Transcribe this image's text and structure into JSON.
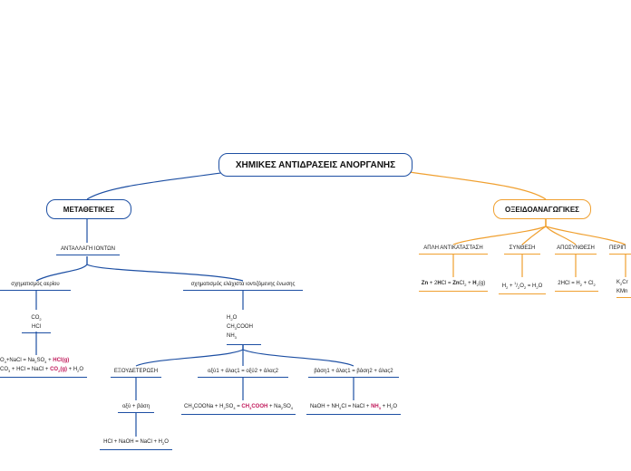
{
  "root": "ΧΗΜΙΚΕΣ ΑΝΤΙΔΡΑΣΕΙΣ ΑΝΟΡΓΑΝΗΣ",
  "metathetikes": {
    "title": "ΜΕΤΑΘΕΤΙΚΕΣ",
    "antallagi": "ΑΝΤΑΛΛΑΓΗ ΙΟΝΤΩΝ",
    "aeriou": "σχηματισμός αερίου",
    "aeriou_products": [
      "CO2",
      "HCl"
    ],
    "ilektrolytis": "σχηματισμός ελάχιστα ιοντιζόμενης ένωσης",
    "ilektrolytis_products": [
      "H2O",
      "CH3COOH",
      "NH3"
    ],
    "exoudeterosi": "ΕΞΟΥΔΕΤΕΡΩΣΗ",
    "oxy_vasi": "οξύ + βάση",
    "oxy_vasi_eq": "HCl + NaOH = NaCl + H2O",
    "oxy_alas": "οξύ1 + άλας1 = οξύ2 + άλας2",
    "oxy_alas_eq": "CH3COONa + H2SO4 = CH3COOH + Na2SO4",
    "vasi_alas": "βάση1 + άλας1 = βάση2 + άλας2",
    "vasi_alas_eq": "NaOH + NH4Cl = NaCl + NH3 + H2O"
  },
  "oxeidoanagogikes": {
    "title": "ΟΞΕΙΔΟΑΝΑΓΩΓΙΚΕΣ",
    "apli": "ΑΠΛΗ ΑΝΤΙΚΑΤΑΣΤΑΣΗ",
    "apli_eq": "Zn + 2HCl = ZnCl2 + H2(g)",
    "synthesi": "ΣΥΝΘΕΣΗ",
    "synthesi_eq": "H2 + 1/2O2 = H2O",
    "aposynthesi": "ΑΠΟΣΥΝΘΕΣΗ",
    "aposynthesi_eq": "2HCl = H2 + Cl2",
    "periploki": "ΠΕΡΙΠ",
    "periploki_items": [
      "K2Cr",
      "KMn"
    ]
  },
  "colors": {
    "blue": "#1d4fa3",
    "orange": "#f0a030",
    "highlight": "#c0185a"
  }
}
